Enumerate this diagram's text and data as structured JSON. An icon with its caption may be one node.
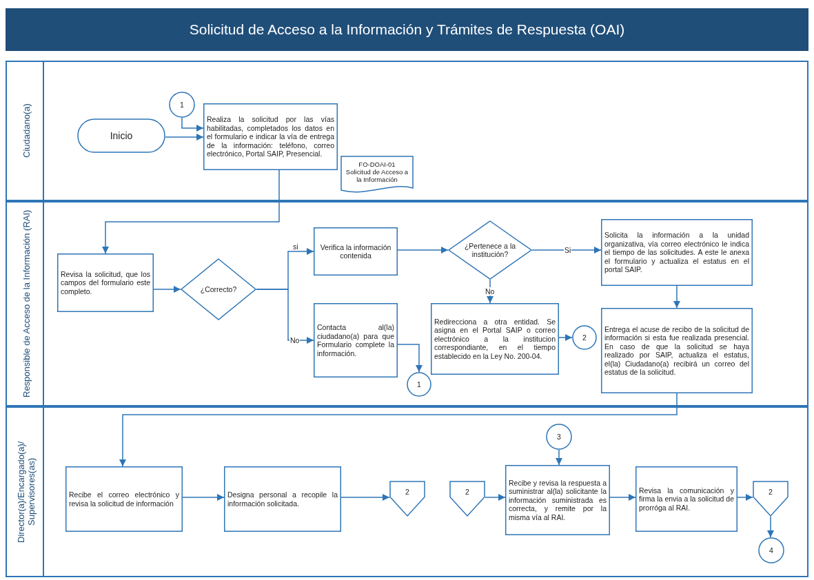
{
  "diagram": {
    "title": "Solicitud de Acceso a la Información y Trámites de Respuesta (OAI)",
    "nodes": [
      {
        "text": [
          "Ciudadano(a)"
        ]
      },
      {
        "text": [
          "Inicio"
        ],
        "in": 0
      },
      {
        "text": [
          "1"
        ],
        "in": 0
      },
      {
        "text": [
          "Realiza la solicitud por las vías habilitadas, completados los datos en el formulario e indicar la vía de entrega de la información: teléfono, correo electrónico, Portal SAIP, Presencial."
        ],
        "in": 0
      },
      {
        "text": [
          "FO-DOAI-01",
          "Solicitud de Acceso a la Información"
        ],
        "in": 0
      },
      {
        "text": [
          "Responsible de Acceso de la Información (RAI)"
        ]
      },
      {
        "text": [
          "Revisa la solicitud, que los campos del formulario este completo."
        ],
        "in": 5
      },
      {
        "text": [
          "¿Correcto?"
        ],
        "in": 5
      },
      {
        "text": [
          "Verifica la información contenida"
        ],
        "in": 5
      },
      {
        "text": [
          "¿Pertenece a la institución?"
        ],
        "in": 5
      },
      {
        "text": [
          "Solicita la información a la unidad organizativa, vía correo electrónico le indica el tiempo de las solicitudes. A este le anexa el formulario y actualiza el estatus en el portal SAIP."
        ],
        "in": 5
      },
      {
        "text": [
          "Contacta al(la) ciudadano(a) para que Formulario complete la información."
        ],
        "in": 5
      },
      {
        "text": [
          "1"
        ],
        "in": 5
      },
      {
        "text": [
          "Redirecciona a otra entidad. Se asigna en el Portal SAIP o correo electrónico a la institucion correspondiante, en el tiempo establecido en la Ley No. 200-04."
        ],
        "in": 5
      },
      {
        "text": [
          "2"
        ],
        "in": 5
      },
      {
        "text": [
          "Entrega el acuse de recibo de la solicitud de información si esta fue realizada presencial. En caso de que la solicitud se haya realizado por SAIP, actualiza el estatus, el(la) Ciudadano(a) recibirá un correo del estatus de la solicitud."
        ],
        "in": 5
      },
      {
        "text": [
          "Director(a)/Encargado(a)/ Supervisores(as)"
        ]
      },
      {
        "text": [
          "Recibe el correo electrónico y revisa la solicitud de información"
        ],
        "in": 16
      },
      {
        "text": [
          "Designa personal a recopile la información solicitada."
        ],
        "in": 16
      },
      {
        "text": [
          "2"
        ],
        "in": 16
      },
      {
        "text": [
          "2"
        ],
        "in": 16
      },
      {
        "text": [
          "3"
        ],
        "in": 16
      },
      {
        "text": [
          "Recibe y revisa la respuesta a suministrar al(la) solicitante la información suministrada es correcta, y remite por la misma vía al RAI."
        ],
        "in": 16
      },
      {
        "text": [
          "Revisa la comunicación y firma la envia a la solicitud de prorróga al RAI."
        ],
        "in": 16
      },
      {
        "text": [
          "2"
        ],
        "in": 16
      },
      {
        "text": [
          "4"
        ],
        "in": 16
      }
    ],
    "edges": [
      {
        "from": 1,
        "to": 3,
        "arrow": "to"
      },
      {
        "from": 2,
        "to": 3,
        "arrow": "to"
      },
      {
        "from": 3,
        "to": 6,
        "arrow": "to"
      },
      {
        "from": 6,
        "to": 7,
        "arrow": "to"
      },
      {
        "from": 7,
        "to": 8,
        "arrow": "to",
        "label": "si"
      },
      {
        "from": 7,
        "to": 11,
        "arrow": "to",
        "label": "No"
      },
      {
        "from": 8,
        "to": 9,
        "arrow": "to"
      },
      {
        "from": 9,
        "to": 10,
        "arrow": "to",
        "label": "Si"
      },
      {
        "from": 9,
        "to": 13,
        "arrow": "to",
        "label": "No"
      },
      {
        "from": 10,
        "to": 15,
        "arrow": "to"
      },
      {
        "from": 11,
        "to": 12,
        "arrow": "to"
      },
      {
        "from": 13,
        "to": 14,
        "arrow": "to"
      },
      {
        "from": 15,
        "to": 17,
        "arrow": "to"
      },
      {
        "from": 17,
        "to": 18,
        "arrow": "to"
      },
      {
        "from": 18,
        "to": 19,
        "arrow": "to"
      },
      {
        "from": 20,
        "to": 22,
        "arrow": "to"
      },
      {
        "from": 21,
        "to": 22,
        "arrow": "to"
      },
      {
        "from": 22,
        "to": 23,
        "arrow": "to"
      },
      {
        "from": 23,
        "to": 24,
        "arrow": "to"
      },
      {
        "from": 24,
        "to": 25,
        "arrow": "to"
      }
    ]
  }
}
